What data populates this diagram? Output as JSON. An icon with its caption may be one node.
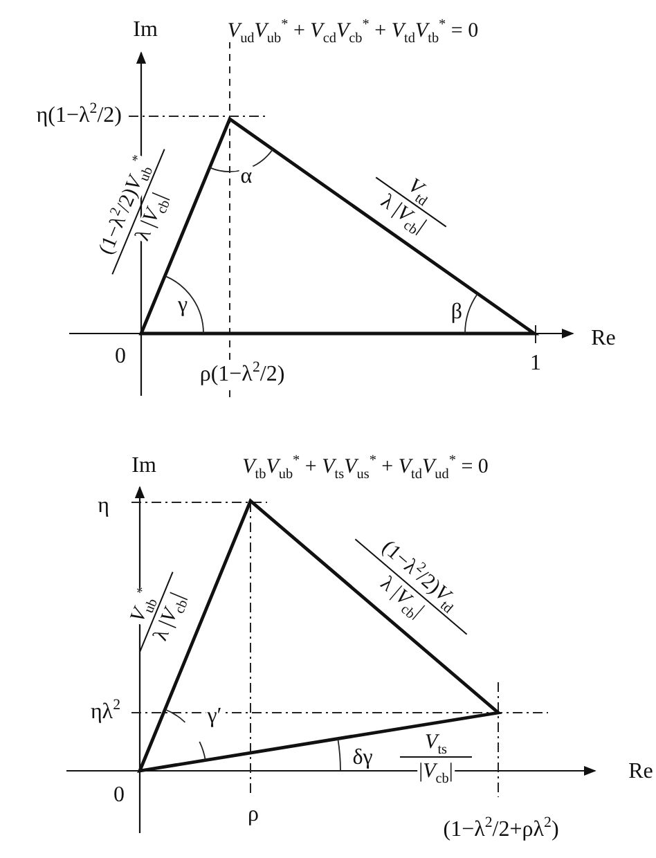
{
  "diagram": {
    "labels": [
      "Im",
      "*V*$_{ud}$*V*$_{ub}$$^{*}$ + *V*$_{cd}$*V*$_{cb}$$^{*}$ + *V*$_{td}$*V*$_{tb}$$^{*}$ = 0",
      "η(1−λ$^{2}$/2)",
      "(1−λ$^{2}$/2)*V*$_{ub}$$^{*}$",
      "λ |*V*$_{cb}$|",
      "α",
      "*V*$_{td}$",
      "λ |*V*$_{cb}$|",
      "γ",
      "β",
      "Re",
      "0",
      "ρ(1−λ$^{2}$/2)",
      "1",
      "Im",
      "*V*$_{tb}$*V*$_{ub}$$^{*}$ + *V*$_{ts}$*V*$_{us}$$^{*}$ + *V*$_{td}$*V*$_{ud}$$^{*}$ = 0",
      "η",
      "*V*$_{ub}$$^{*}$",
      "λ |*V*$_{cb}$|",
      "(1−λ$^{2}$/2)*V*$_{td}$",
      "λ |*V*$_{cb}$|",
      "ηλ$^{2}$",
      "γ′",
      "δγ",
      "*V*$_{ts}$",
      "|*V*$_{cb}$|",
      "Re",
      "0",
      "ρ",
      "(1−λ$^{2}$/2+ρλ$^{2}$)"
    ]
  }
}
